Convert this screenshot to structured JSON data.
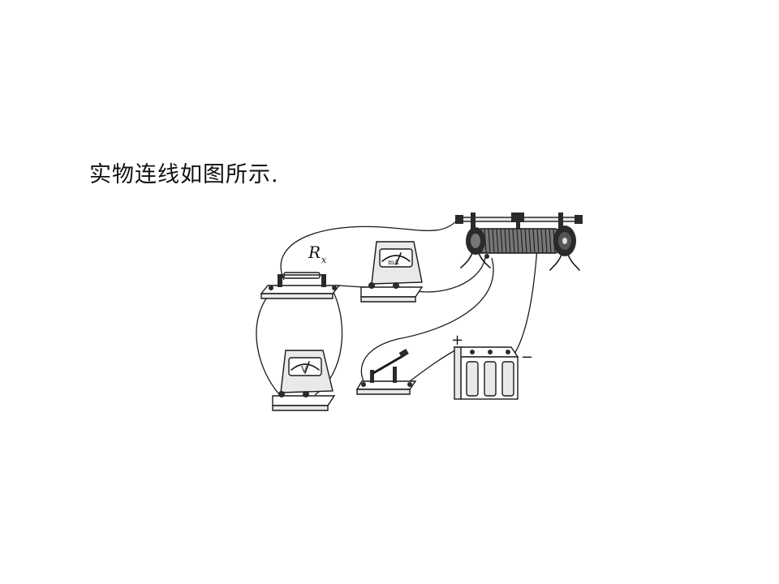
{
  "caption": "实物连线如图所示.",
  "labels": {
    "resistor_symbol": "R",
    "resistor_subscript": "x",
    "ammeter_unit": "mA",
    "voltmeter_unit": "V",
    "battery_positive": "+",
    "battery_negative": "−"
  }
}
